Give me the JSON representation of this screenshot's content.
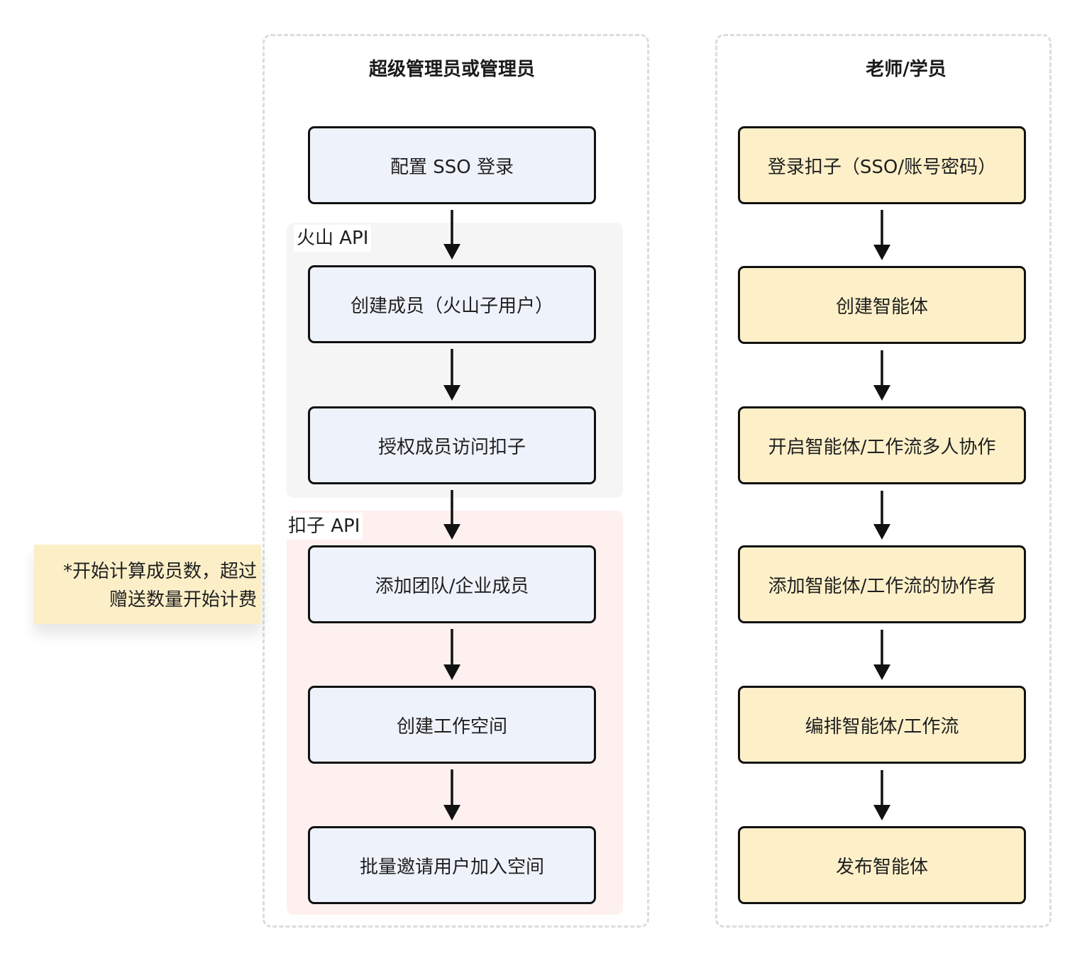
{
  "left_lane": {
    "title": "超级管理员或管理员",
    "steps": [
      "配置 SSO 登录",
      "创建成员（火山子用户）",
      "授权成员访问扣子",
      "添加团队/企业成员",
      "创建工作空间",
      "批量邀请用户加入空间"
    ]
  },
  "right_lane": {
    "title": "老师/学员",
    "steps": [
      "登录扣子（SSO/账号密码）",
      "创建智能体",
      "开启智能体/工作流多人协作",
      "添加智能体/工作流的协作者",
      "编排智能体/工作流",
      "发布智能体"
    ]
  },
  "groups": {
    "volc": "火山 API",
    "coze": "扣子 API"
  },
  "note": {
    "line1": "*开始计算成员数，超过",
    "line2": "赠送数量开始计费"
  },
  "colors": {
    "admin_box": "#eef2fb",
    "teacher_box": "#fdf0c9",
    "volc_group": "#f5f5f5",
    "coze_group": "#fdf0ee",
    "note": "#fcefc8",
    "border": "#111111"
  }
}
